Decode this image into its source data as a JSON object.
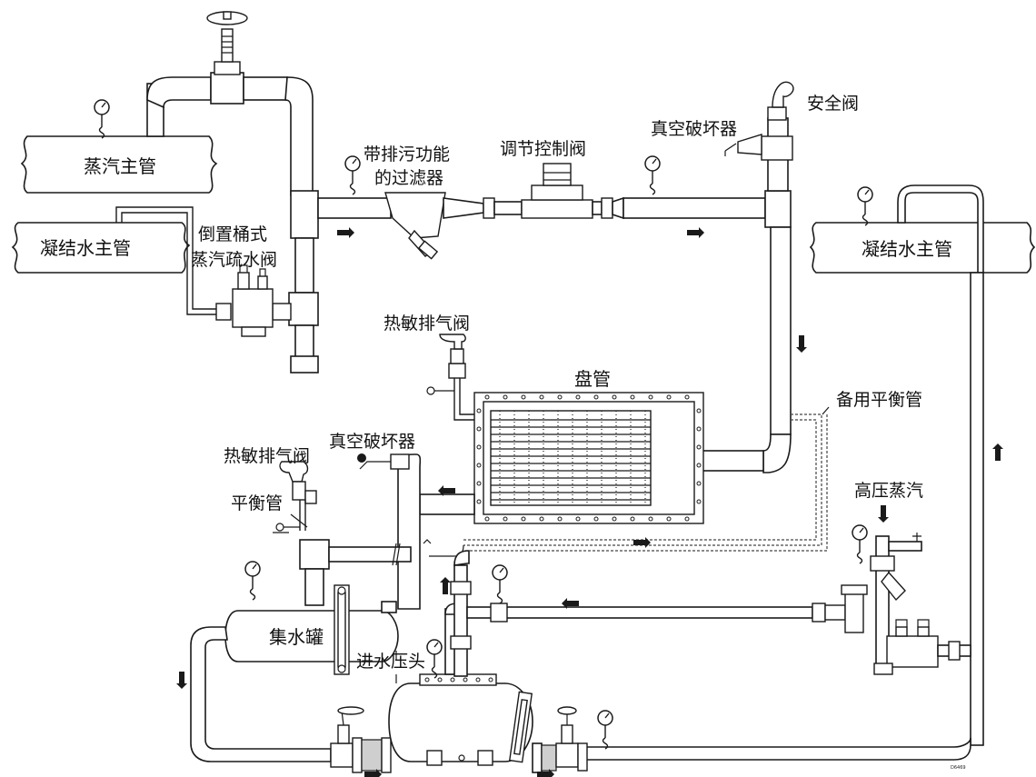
{
  "labels": {
    "steam_main": "蒸汽主管",
    "condensate_main_left": "凝结水主管",
    "condensate_main_right": "凝结水主管",
    "inverted_bucket_line1": "倒置桶式",
    "inverted_bucket_line2": "蒸汽疏水阀",
    "strainer_line1": "带排污功能",
    "strainer_line2": "的过滤器",
    "control_valve": "调节控制阀",
    "vacuum_breaker_top": "真空破坏器",
    "safety_valve": "安全阀",
    "thermo_air_vent_upper": "热敏排气阀",
    "coil": "盘管",
    "backup_balance_pipe": "备用平衡管",
    "vacuum_breaker_lower": "真空破坏器",
    "thermo_air_vent_lower": "热敏排气阀",
    "balance_pipe": "平衡管",
    "high_pressure_steam": "高压蒸汽",
    "receiver": "集水罐",
    "filling_head": "进水压头",
    "drawing_code": "D6469"
  },
  "icons": [
    "pressure-gauge-icon",
    "flow-arrow-icon",
    "valve-handwheel-icon",
    "safety-valve-icon"
  ]
}
